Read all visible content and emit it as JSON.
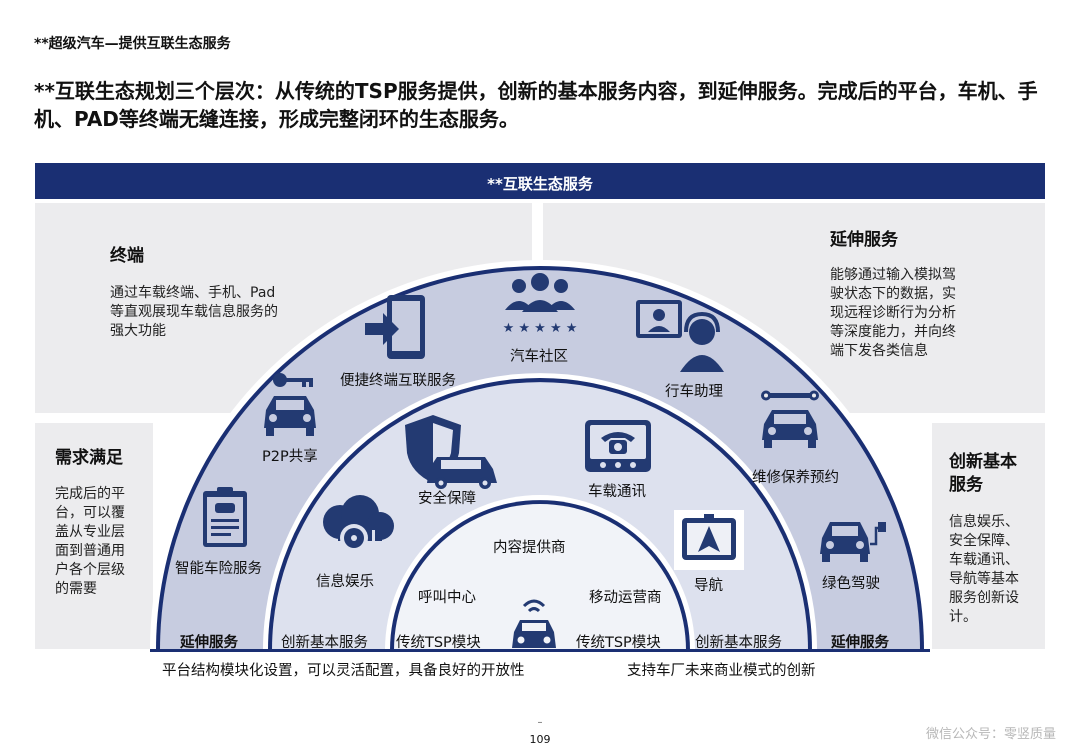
{
  "header": {
    "top_label": "**超级汽车—提供互联生态服务",
    "headline": "**互联生态规划三个层次：从传统的TSP服务提供，创新的基本服务内容，到延伸服务。完成后的平台，车机、手机、PAD等终端无缝连接，形成完整闭环的生态服务。"
  },
  "banner": {
    "title": "**互联生态服务"
  },
  "panels": {
    "terminal": {
      "title": "终端",
      "body": "通过车载终端、手机、Pad等直观展现车载信息服务的强大功能"
    },
    "extension": {
      "title": "延伸服务",
      "body": "能够通过输入模拟驾驶状态下的数据，实现远程诊断行为分析等深度能力，并向终端下发各类信息"
    },
    "demand": {
      "title": "需求满足",
      "body": "完成后的平台，可以覆盖从专业层面到普通用户各个层级的需要"
    },
    "innovation": {
      "title": "创新基本服务",
      "body": "信息娱乐、安全保障、车载通讯、导航等基本服务创新设计。"
    }
  },
  "outer_ring": {
    "items": [
      {
        "label": "智能车险服务",
        "icon": "insurance-document-icon"
      },
      {
        "label": "P2P共享",
        "icon": "car-key-share-icon"
      },
      {
        "label": "便捷终端互联服务",
        "icon": "device-connect-icon"
      },
      {
        "label": "汽车社区",
        "icon": "community-people-icon"
      },
      {
        "label": "行车助理",
        "icon": "assistant-headset-icon"
      },
      {
        "label": "维修保养预约",
        "icon": "car-repair-wrench-icon"
      },
      {
        "label": "绿色驾驶",
        "icon": "electric-car-icon"
      }
    ]
  },
  "middle_ring": {
    "items": [
      {
        "label": "信息娱乐",
        "icon": "cloud-music-icon"
      },
      {
        "label": "安全保障",
        "icon": "shield-car-icon"
      },
      {
        "label": "车载通讯",
        "icon": "car-phone-icon"
      },
      {
        "label": "导航",
        "icon": "navigation-map-icon"
      }
    ]
  },
  "inner_ring": {
    "items": [
      {
        "label": "内容提供商"
      },
      {
        "label": "呼叫中心"
      },
      {
        "label": "移动运营商"
      }
    ],
    "icon": "connected-car-icon"
  },
  "ring_labels": {
    "extension_left": "延伸服务",
    "innovation_left": "创新基本服务",
    "tsp_left": "传统TSP模块",
    "tsp_right": "传统TSP模块",
    "innovation_right": "创新基本服务",
    "extension_right": "延伸服务"
  },
  "footer": {
    "left_text": "平台结构模块化设置，可以灵活配置，具备良好的开放性",
    "right_text": "支持车厂未来商业模式的创新",
    "page_dash": "–",
    "page_number": "109",
    "watermark": "微信公众号：零竖质量"
  },
  "colors": {
    "navy": "#1a2f73",
    "panel_gray": "#ececee",
    "outer_ring": "#c7cce0",
    "middle_ring": "#dde1ee",
    "inner_ring": "#f1f3f8",
    "icon_navy": "#233a72"
  }
}
